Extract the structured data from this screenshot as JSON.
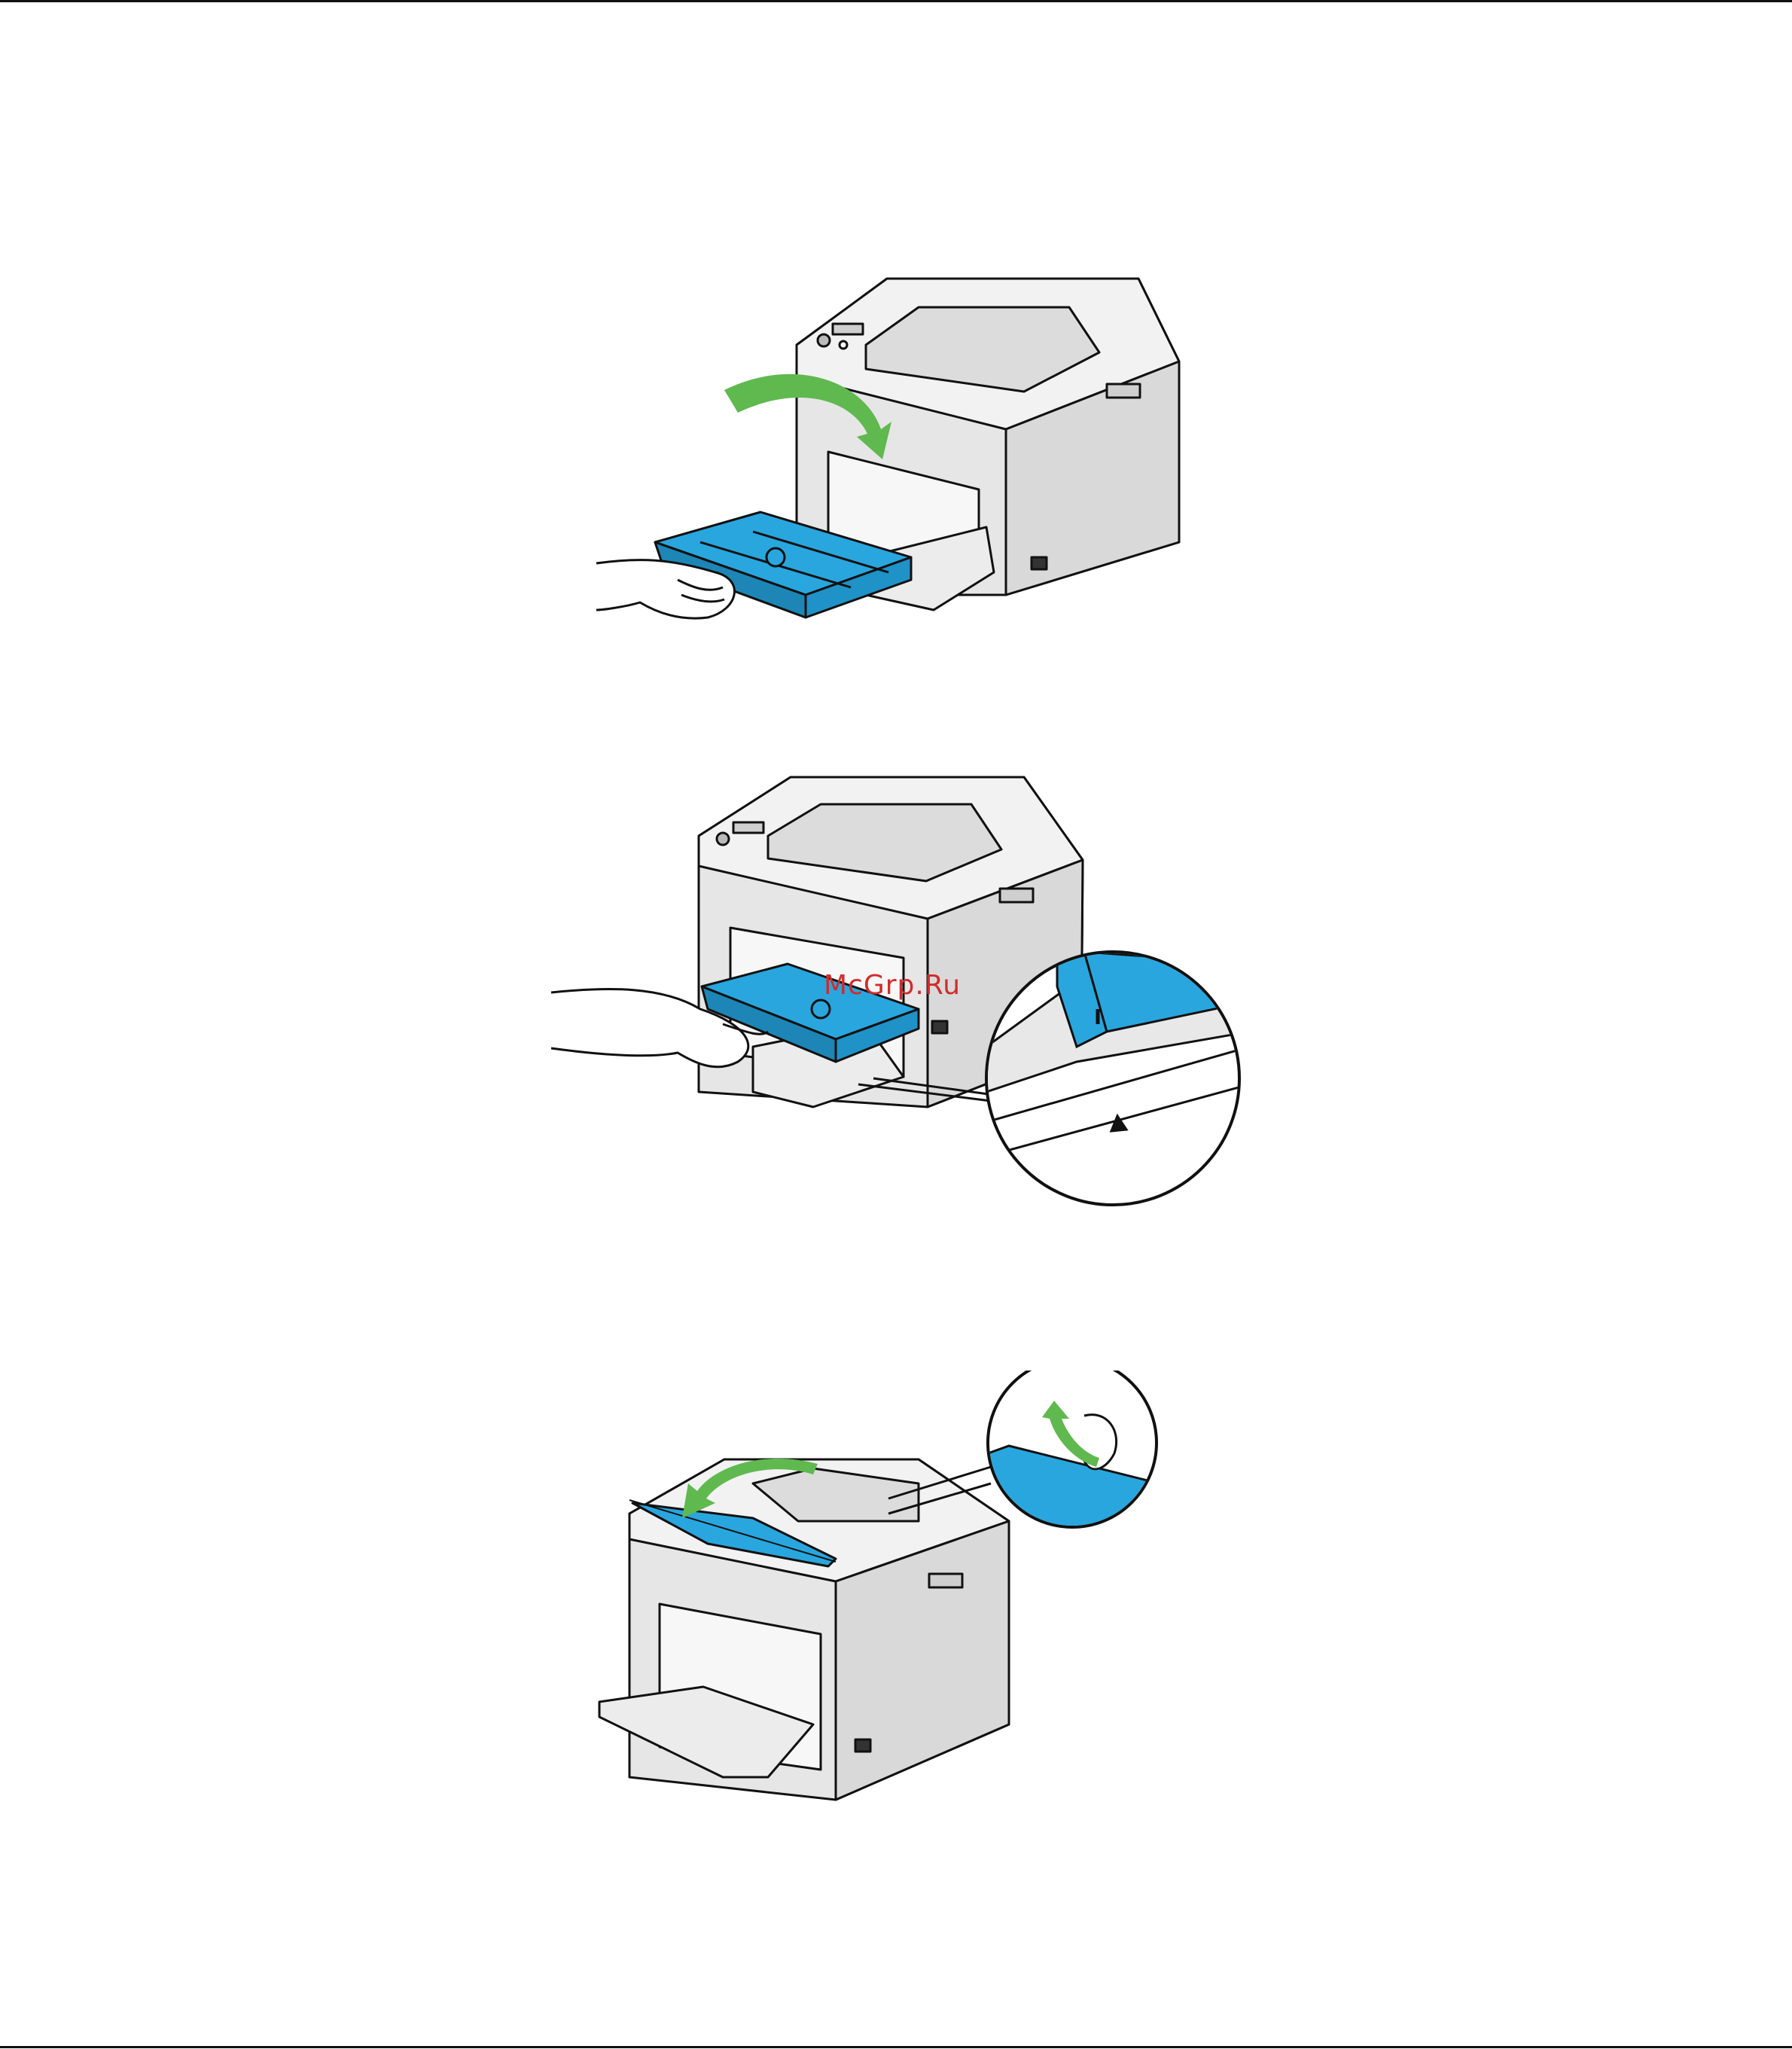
{
  "watermark": {
    "text": "McGrp.Ru"
  },
  "colors": {
    "tray_blue": "#29a6de",
    "arrow_green": "#5fb94f",
    "printer_grey": "#e3e3e3",
    "outline": "#111111",
    "watermark_red": "#d22b2b"
  },
  "figures": [
    {
      "icon": "printer-install-output-tray-illustration",
      "arrows": [
        "green-curved-arrow-down-right"
      ]
    },
    {
      "icon": "printer-slide-tray-extension-illustration",
      "callouts": [
        "zoom-detail-alignment-mark"
      ]
    },
    {
      "icon": "printer-close-top-cover-illustration",
      "arrows": [
        "green-curved-arrow-left",
        "green-arrow-up"
      ],
      "callouts": [
        "zoom-detail-cover-lift"
      ]
    }
  ]
}
